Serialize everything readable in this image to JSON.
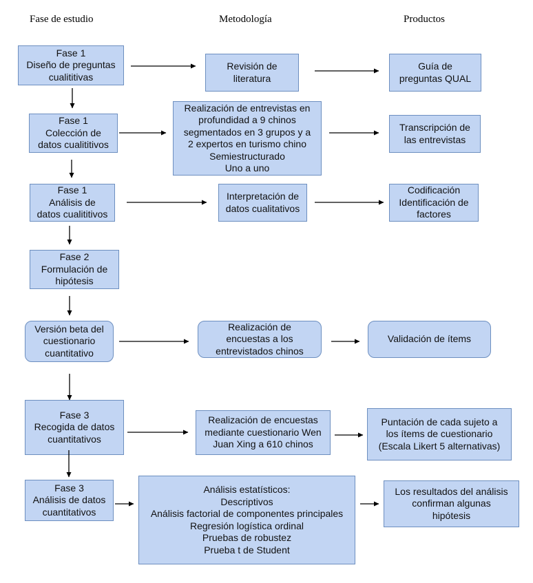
{
  "headers": {
    "phase": "Fase de estudio",
    "methodology": "Metodología",
    "products": "Productos"
  },
  "rows": [
    {
      "phase": "Fase 1\nDiseño de preguntas\ncualititivas",
      "methodology": "Revisión de\nliteratura",
      "product": "Guía de\npreguntas QUAL"
    },
    {
      "phase": "Fase 1\nColección de\ndatos cualititivos",
      "methodology": "Realización de entrevistas en\nprofundidad a 9 chinos\nsegmentados en 3 grupos y a\n2 expertos en turismo chino\nSemiestructurado\nUno a uno",
      "product": "Transcripción de\nlas entrevistas"
    },
    {
      "phase": "Fase 1\nAnálisis de\ndatos cualititivos",
      "methodology": "Interpretación de\ndatos cualitativos",
      "product": "Codificación\nIdentificación de\nfactores"
    },
    {
      "phase": "Fase 2\nFormulación de\nhipótesis"
    },
    {
      "phase": "Versión beta del\ncuestionario\ncuantitativo",
      "methodology": "Realización de\nencuestas a los\nentrevistados chinos",
      "product": "Validación de ítems"
    },
    {
      "phase": "Fase 3\nRecogida de datos\ncuantitativos",
      "methodology": "Realización de encuestas\nmediante cuestionario Wen\nJuan Xing  a 610 chinos",
      "product": "Puntación de cada sujeto a\nlos ítems de cuestionario\n(Escala Likert 5 alternativas)"
    },
    {
      "phase": "Fase 3\nAnálisis de datos\ncuantitativos",
      "methodology": "Análisis estatísticos:\nDescriptivos\nAnálisis factorial de componentes principales\nRegresión logística ordinal\nPruebas de robustez\nPrueba t de Student",
      "product": "Los resultados del análisis\nconfirman algunas\nhipótesis"
    }
  ]
}
